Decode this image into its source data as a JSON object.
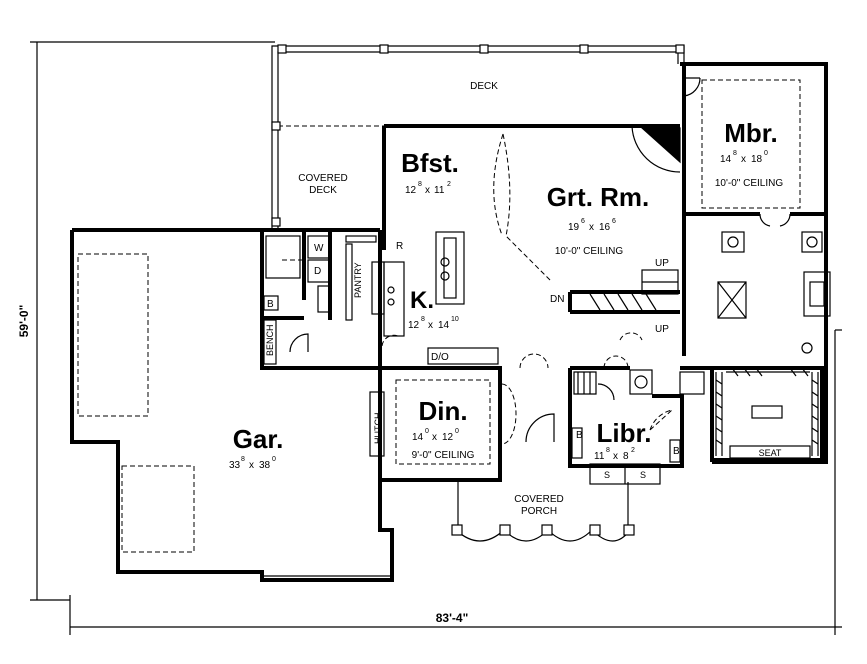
{
  "plan": {
    "dimensions": {
      "height": "59'-0\"",
      "width": "83'-4\""
    },
    "rooms": {
      "deck": {
        "name": "DECK"
      },
      "covered_deck": {
        "line1": "COVERED",
        "line2": "DECK"
      },
      "bfst": {
        "name": "Bfst.",
        "w": "12",
        "w_in": "8",
        "x": "x",
        "h": "11",
        "h_in": "2"
      },
      "grt_rm": {
        "name": "Grt. Rm.",
        "w": "19",
        "w_in": "6",
        "x": "x",
        "h": "16",
        "h_in": "6",
        "ceiling": "10'-0\" CEILING"
      },
      "mbr": {
        "name": "Mbr.",
        "w": "14",
        "w_in": "8",
        "x": "x",
        "h": "18",
        "h_in": "0",
        "ceiling": "10'-0\" CEILING"
      },
      "kitchen": {
        "name": "K.",
        "w": "12",
        "w_in": "8",
        "x": "x",
        "h": "14",
        "h_in": "10"
      },
      "din": {
        "name": "Din.",
        "w": "14",
        "w_in": "0",
        "x": "x",
        "h": "12",
        "h_in": "0",
        "ceiling": "9'-0\" CEILING"
      },
      "libr": {
        "name": "Libr.",
        "w": "11",
        "w_in": "8",
        "x": "x",
        "h": "8",
        "h_in": "2"
      },
      "gar": {
        "name": "Gar.",
        "w": "33",
        "w_in": "8",
        "x": "x",
        "h": "38",
        "h_in": "0"
      },
      "covered_porch": {
        "line1": "COVERED",
        "line2": "PORCH"
      }
    },
    "labels": {
      "pantry": "PANTRY",
      "hutch": "HUTCH",
      "bench": "BENCH",
      "seat": "SEAT",
      "do": "D/O",
      "up1": "UP",
      "up2": "UP",
      "dn": "DN",
      "w": "W",
      "d": "D",
      "b1": "B",
      "b2": "B",
      "b3": "B",
      "r": "R",
      "s1": "S",
      "s2": "S"
    }
  }
}
